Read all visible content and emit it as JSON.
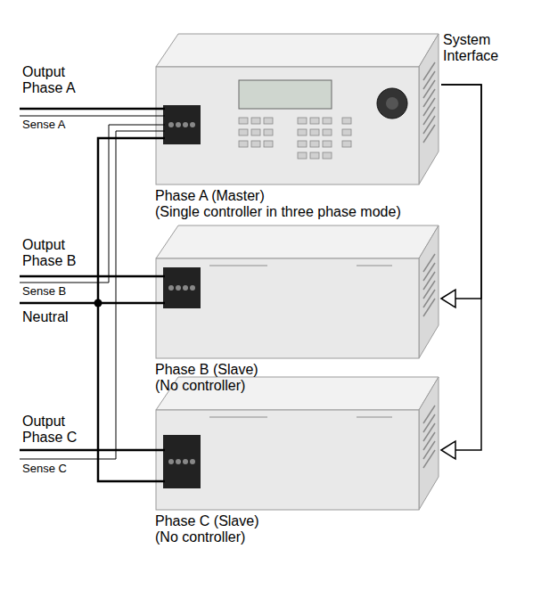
{
  "diagram": {
    "nodes": [
      {
        "text": [
          "Phase A (Master)",
          "(Single controller in three phase mode)"
        ]
      },
      {
        "text": [
          "Phase B (Slave)",
          "(No controller)"
        ]
      },
      {
        "text": [
          "Phase C (Slave)",
          "(No controller)"
        ]
      }
    ],
    "edges": [
      {
        "from": 0,
        "to": 1,
        "arrow": "to"
      },
      {
        "from": 0,
        "to": 2,
        "arrow": "to"
      }
    ],
    "labels": [
      "Output Phase A",
      "Sense A",
      "System Interface",
      "Output Phase B",
      "Sense B",
      "Neutral",
      "Output Phase C",
      "Sense C"
    ]
  }
}
